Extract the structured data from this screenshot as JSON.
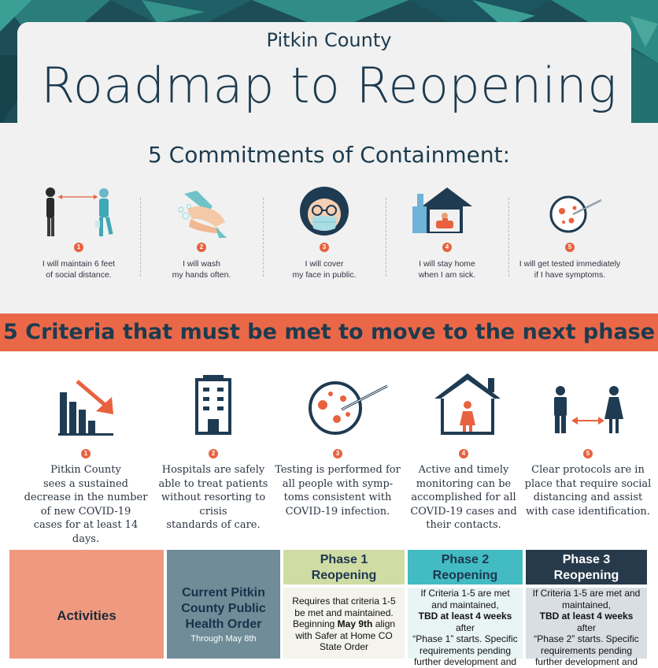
{
  "header": {
    "county": "Pitkin County",
    "title": "Roadmap to Reopening"
  },
  "commitments": {
    "heading": "5 Commitments of Containment:",
    "items": [
      {
        "num": "1",
        "line1": "I will maintain 6 feet",
        "line2": "of social distance.",
        "icon": "social-distance-icon"
      },
      {
        "num": "2",
        "line1": "I will wash",
        "line2": "my hands often.",
        "icon": "hand-wash-icon"
      },
      {
        "num": "3",
        "line1": "I will cover",
        "line2": "my face in public.",
        "icon": "face-mask-icon"
      },
      {
        "num": "4",
        "line1": "I will stay home",
        "line2": "when I am sick.",
        "icon": "stay-home-icon"
      },
      {
        "num": "5",
        "line1": "I will get tested immediately",
        "line2": "if I have symptoms.",
        "icon": "virus-test-icon"
      }
    ]
  },
  "criteria": {
    "heading": "5 Criteria that must be met to move to the next phase",
    "items": [
      {
        "num": "1",
        "lines": [
          "Pitkin County",
          "sees a sustained",
          "decrease in the number",
          "of new COVID-19",
          "cases for at least 14 days."
        ],
        "icon": "declining-chart-icon"
      },
      {
        "num": "2",
        "lines": [
          "Hospitals are safely",
          "able to treat patients",
          "without resorting to crisis",
          "standards of care."
        ],
        "icon": "hospital-icon"
      },
      {
        "num": "3",
        "lines": [
          "Testing is performed for",
          "all people with symp-",
          "toms consistent with",
          "COVID-19 infection."
        ],
        "icon": "testing-icon"
      },
      {
        "num": "4",
        "lines": [
          "Active and timely",
          "monitoring can be",
          "accomplished for all",
          "COVID-19 cases and",
          "their contacts."
        ],
        "icon": "monitoring-home-icon"
      },
      {
        "num": "5",
        "lines": [
          "Clear protocols are in",
          "place that require social",
          "distancing and assist",
          "with case identification."
        ],
        "icon": "distancing-protocol-icon"
      }
    ]
  },
  "table": {
    "activities": "Activities",
    "current": {
      "title": "Current Pitkin County Public Health Order",
      "sub": "Through May 8th"
    },
    "phase1": {
      "title_a": "Phase 1",
      "title_b": "Reopening",
      "body_1": "Requires that criteria 1-5 be met and maintained.",
      "body_2": "Beginning ",
      "body_2_bold": "May 9th",
      "body_3": " align with Safer at Home CO State Order"
    },
    "phase2": {
      "title_a": "Phase 2",
      "title_b": "Reopening",
      "body_1": "If Criteria 1-5 are met and maintained,",
      "body_bold": "TBD at least 4 weeks",
      "body_2": "after",
      "body_3": "“Phase 1” starts. Specific requirements pending further development and"
    },
    "phase3": {
      "title_a": "Phase 3",
      "title_b": "Reopening",
      "body_1": "If Criteria 1-5 are met and maintained,",
      "body_bold": "TBD at least 4 weeks",
      "body_2": "after",
      "body_3": "“Phase 2” starts. Specific requirements pending further development and"
    }
  },
  "colors": {
    "navy": "#1d3b4f",
    "coral": "#ea6848",
    "teal": "#42bcc2",
    "lightgray": "#f1f1f1"
  }
}
